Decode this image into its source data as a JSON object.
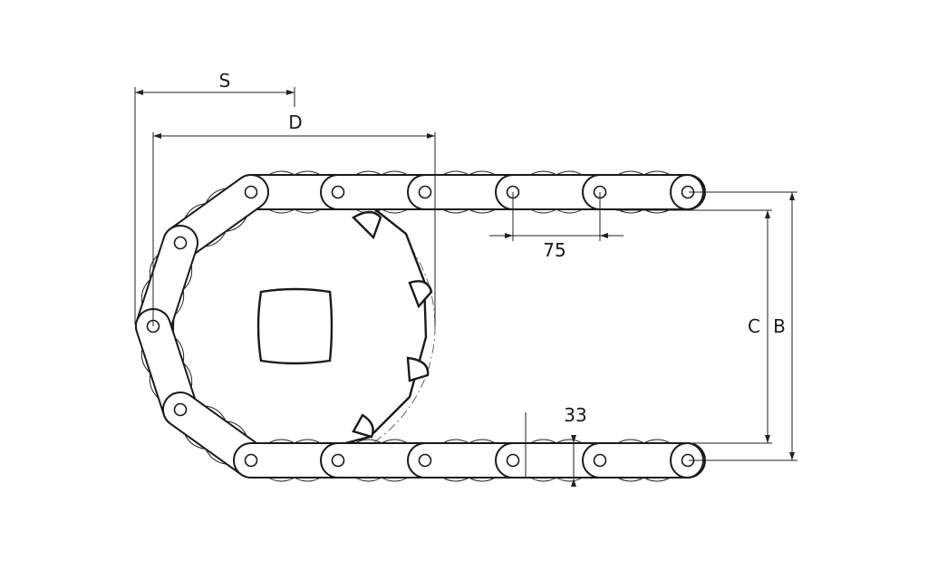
{
  "dimensions": {
    "s": "S",
    "d": "D",
    "pitch": "75",
    "c": "C",
    "b": "B",
    "thickness": "33"
  },
  "colors": {
    "line": "#1a1a1a",
    "background": "#ffffff"
  }
}
